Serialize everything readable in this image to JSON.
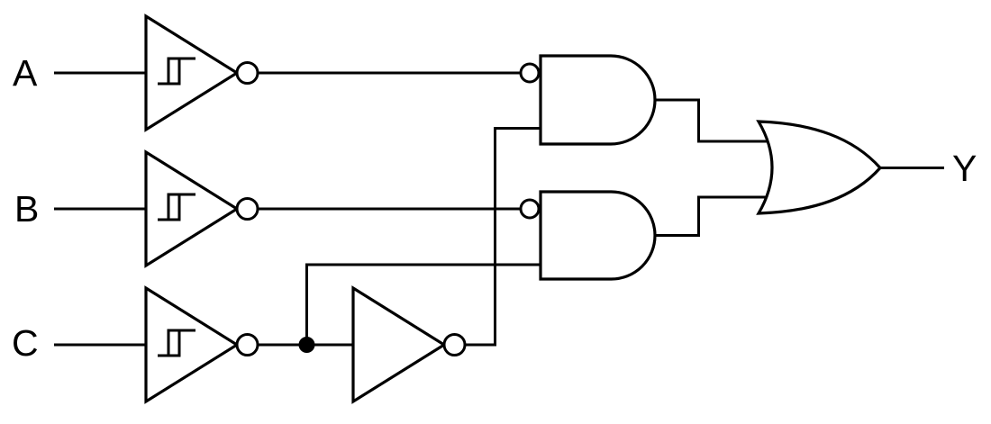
{
  "diagram": {
    "type": "logic-circuit-schematic",
    "background_color": "#ffffff",
    "line_color": "#000000",
    "labels": {
      "input_a": "A",
      "input_b": "B",
      "input_c": "C",
      "output_y": "Y"
    },
    "components": [
      {
        "id": "schmitt-inverter-a",
        "type": "schmitt-trigger-inverter",
        "input": "A"
      },
      {
        "id": "schmitt-inverter-b",
        "type": "schmitt-trigger-inverter",
        "input": "B"
      },
      {
        "id": "schmitt-inverter-c",
        "type": "schmitt-trigger-inverter",
        "input": "C"
      },
      {
        "id": "inverter-c2",
        "type": "inverter",
        "input": "schmitt-inverter-c output"
      },
      {
        "id": "and-gate-top",
        "type": "and-gate",
        "inputs": [
          "schmitt-inverter-a output via inverting bubble input",
          "inverter-c2 output"
        ]
      },
      {
        "id": "and-gate-bottom",
        "type": "and-gate",
        "inputs": [
          "schmitt-inverter-b output via inverting bubble input",
          "schmitt-inverter-c output via junction dot"
        ]
      },
      {
        "id": "or-gate",
        "type": "or-gate",
        "inputs": [
          "and-gate-top output",
          "and-gate-bottom output"
        ],
        "output": "Y"
      }
    ]
  }
}
